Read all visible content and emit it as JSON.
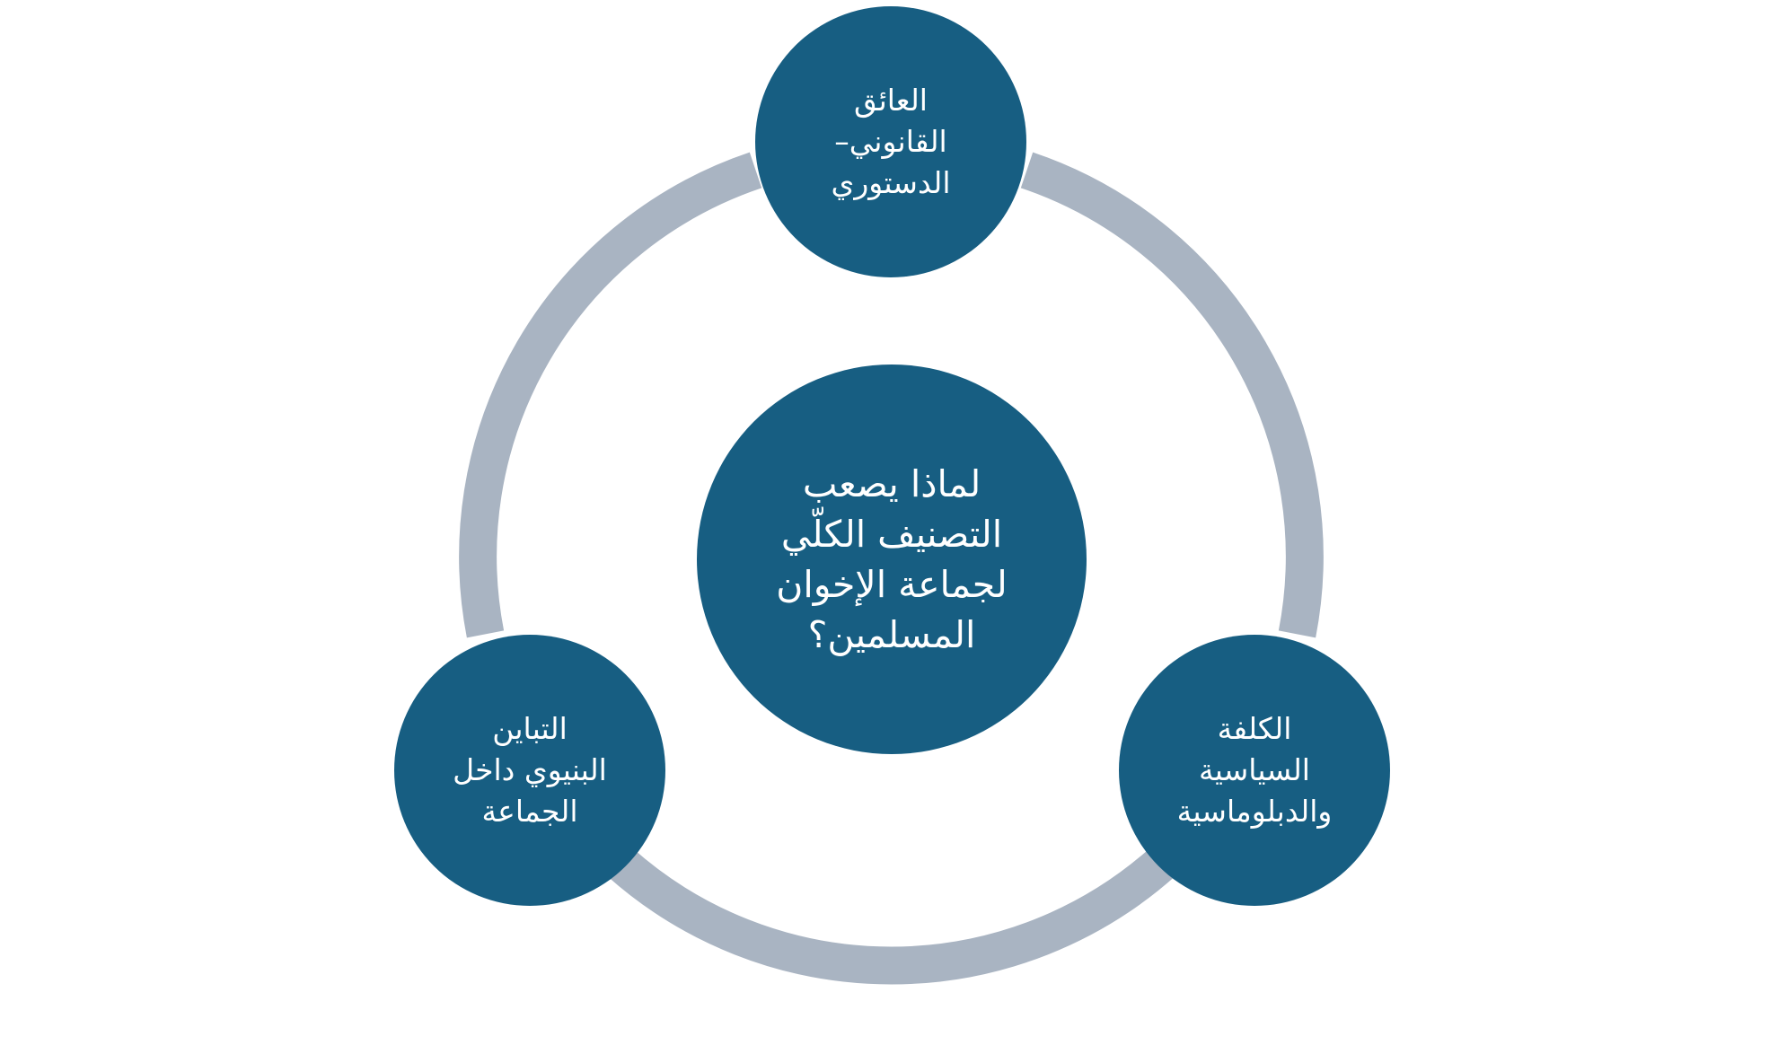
{
  "colors": {
    "node_fill": "#175e82",
    "ring_stroke": "#a9b4c2",
    "text": "#ffffff",
    "background": "#ffffff"
  },
  "center": {
    "label": "لماذا يصعب\nالتصنيف الكلّي\nلجماعة الإخوان\nالمسلمين؟"
  },
  "nodes": {
    "top": {
      "label": "العائق\nالقانوني–\nالدستوري"
    },
    "right": {
      "label": "الكلفة\nالسياسية\nوالدبلوماسية"
    },
    "left": {
      "label": "التباين\nالبنيوي داخل\nالجماعة"
    }
  }
}
